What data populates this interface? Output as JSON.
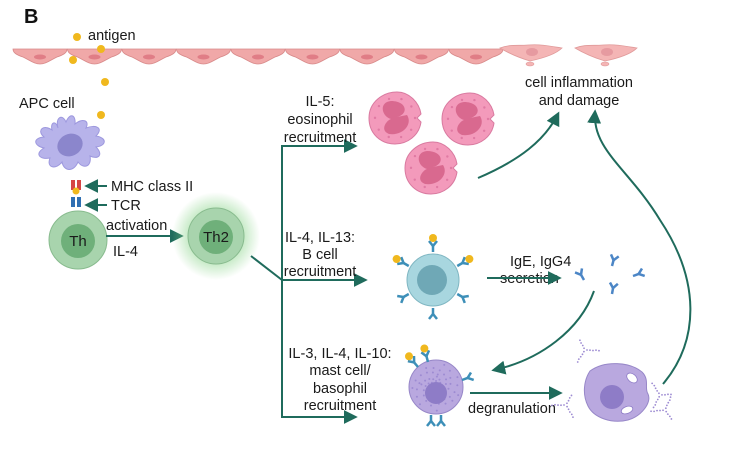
{
  "figure": {
    "panel_label": "B",
    "colors": {
      "arrow": "#1f6b5c",
      "epithelium": "#f0a8a8",
      "epithelium_nucleus": "#e07d86",
      "antigen": "#f0b81e",
      "apc": "#b7b3ea",
      "th_cell": "#a8d4ad",
      "eosinophil": "#f39abb",
      "b_cell": "#a8d6df",
      "antibody": "#4c86c6",
      "mast_cell": "#b9a8df"
    }
  },
  "labels": {
    "antigen": "antigen",
    "apc_cell": "APC cell",
    "mhc_class_ii": "MHC class II",
    "tcr": "TCR",
    "activation": "activation",
    "il4": "IL-4",
    "th": "Th",
    "th2": "Th2",
    "il5_line1": "IL-5:",
    "il5_line2": "eosinophil",
    "il5_line3": "recruitment",
    "il4_13_line1": "IL-4, IL-13:",
    "il4_13_line2": "B cell",
    "il4_13_line3": "recruitment",
    "il3_line1": "IL-3, IL-4, IL-10:",
    "il3_line2": "mast cell/",
    "il3_line3": "basophil",
    "il3_line4": "recruitment",
    "ige_line1": "IgE, IgG4",
    "ige_line2": "secretion",
    "damage_line1": "cell inflammation",
    "damage_line2": "and damage",
    "degranulation": "degranulation"
  }
}
